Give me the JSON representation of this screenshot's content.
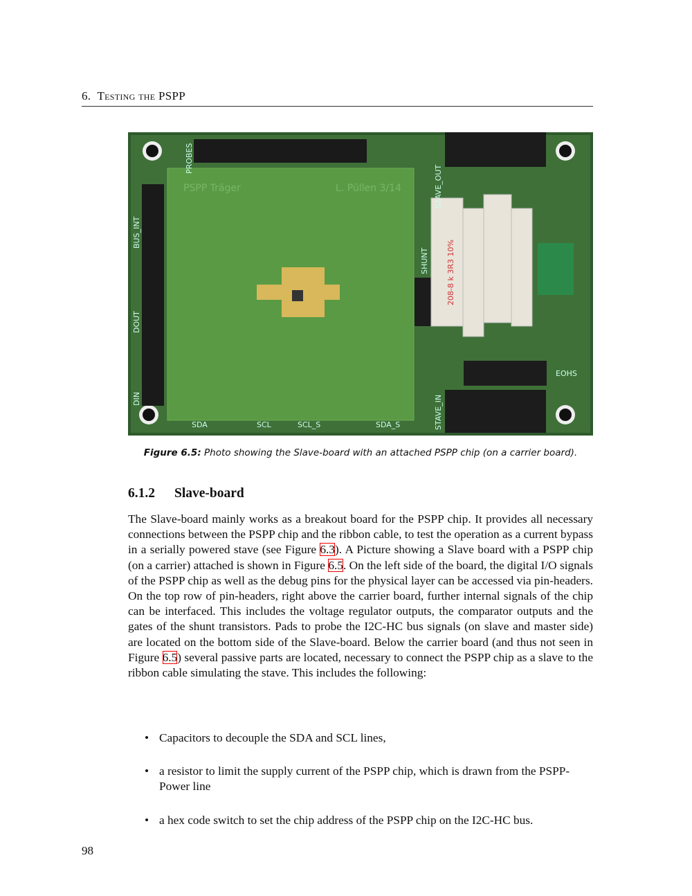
{
  "header": {
    "chapter_num": "6.",
    "chapter_title": "Testing the PSPP"
  },
  "figure": {
    "board_labels": [
      "PROBES",
      "BUS_INT",
      "DOUT",
      "DIN",
      "STAVE_OUT",
      "STAVE_IN",
      "SHUNT",
      "SDA",
      "SCL",
      "SCL_S",
      "SDA_S",
      "EOHS",
      "PSPP Träger",
      "L. Püllen 3/14",
      "208-8 k 3R3 10%"
    ],
    "caption_label": "Figure 6.5:",
    "caption_text": "Photo showing the Slave-board with an attached PSPP chip (on a carrier board)."
  },
  "section": {
    "number": "6.1.2",
    "title": "Slave-board"
  },
  "paragraph": [
    "The Slave-board mainly works as a breakout board for the PSPP chip.  It provides all necessary connections between the PSPP chip and the ribbon cable, to test the operation as a current bypass in a serially powered stave (see Figure ",
    "6.3",
    ").  A Picture showing a Slave board with a PSPP chip (on a carrier) attached is shown in Figure ",
    "6.5",
    ". On the left side of the board, the digital I/O signals of the PSPP chip as well as the debug pins for the physical layer can be accessed via pin-headers.  On the top row of pin-headers, right above the carrier board, further internal signals of the chip can be interfaced.  This includes the voltage regulator outputs, the comparator outputs and the gates of the shunt transistors. Pads to probe the I2C-HC bus signals (on slave and master side) are located on the bottom side of the Slave-board. Below the carrier board (and thus not seen in Figure ",
    "6.5",
    ") several passive parts are located, necessary to connect the PSPP chip as a slave to the ribbon cable simulating the stave.  This includes the following:"
  ],
  "bullets": [
    "Capacitors to decouple the SDA and SCL lines,",
    "a resistor to limit the supply current of the PSPP chip, which is drawn from the PSPP-Power line",
    "a hex code switch to set the chip address of the PSPP chip on the I2C-HC bus."
  ],
  "page_number": "98"
}
